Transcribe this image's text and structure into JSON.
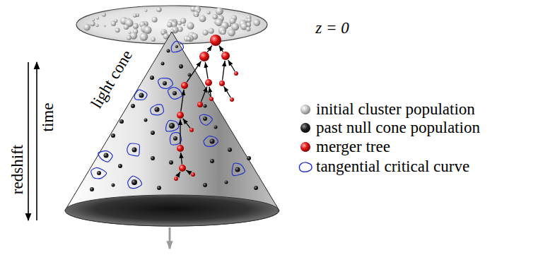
{
  "diagram": {
    "labels": [
      "z = 0",
      "light cone",
      "redshift",
      "time"
    ],
    "legend": [
      {
        "text": "initial cluster population"
      },
      {
        "text": "past null cone population"
      },
      {
        "text": "merger tree"
      },
      {
        "text": "tangential critical curve"
      }
    ]
  }
}
